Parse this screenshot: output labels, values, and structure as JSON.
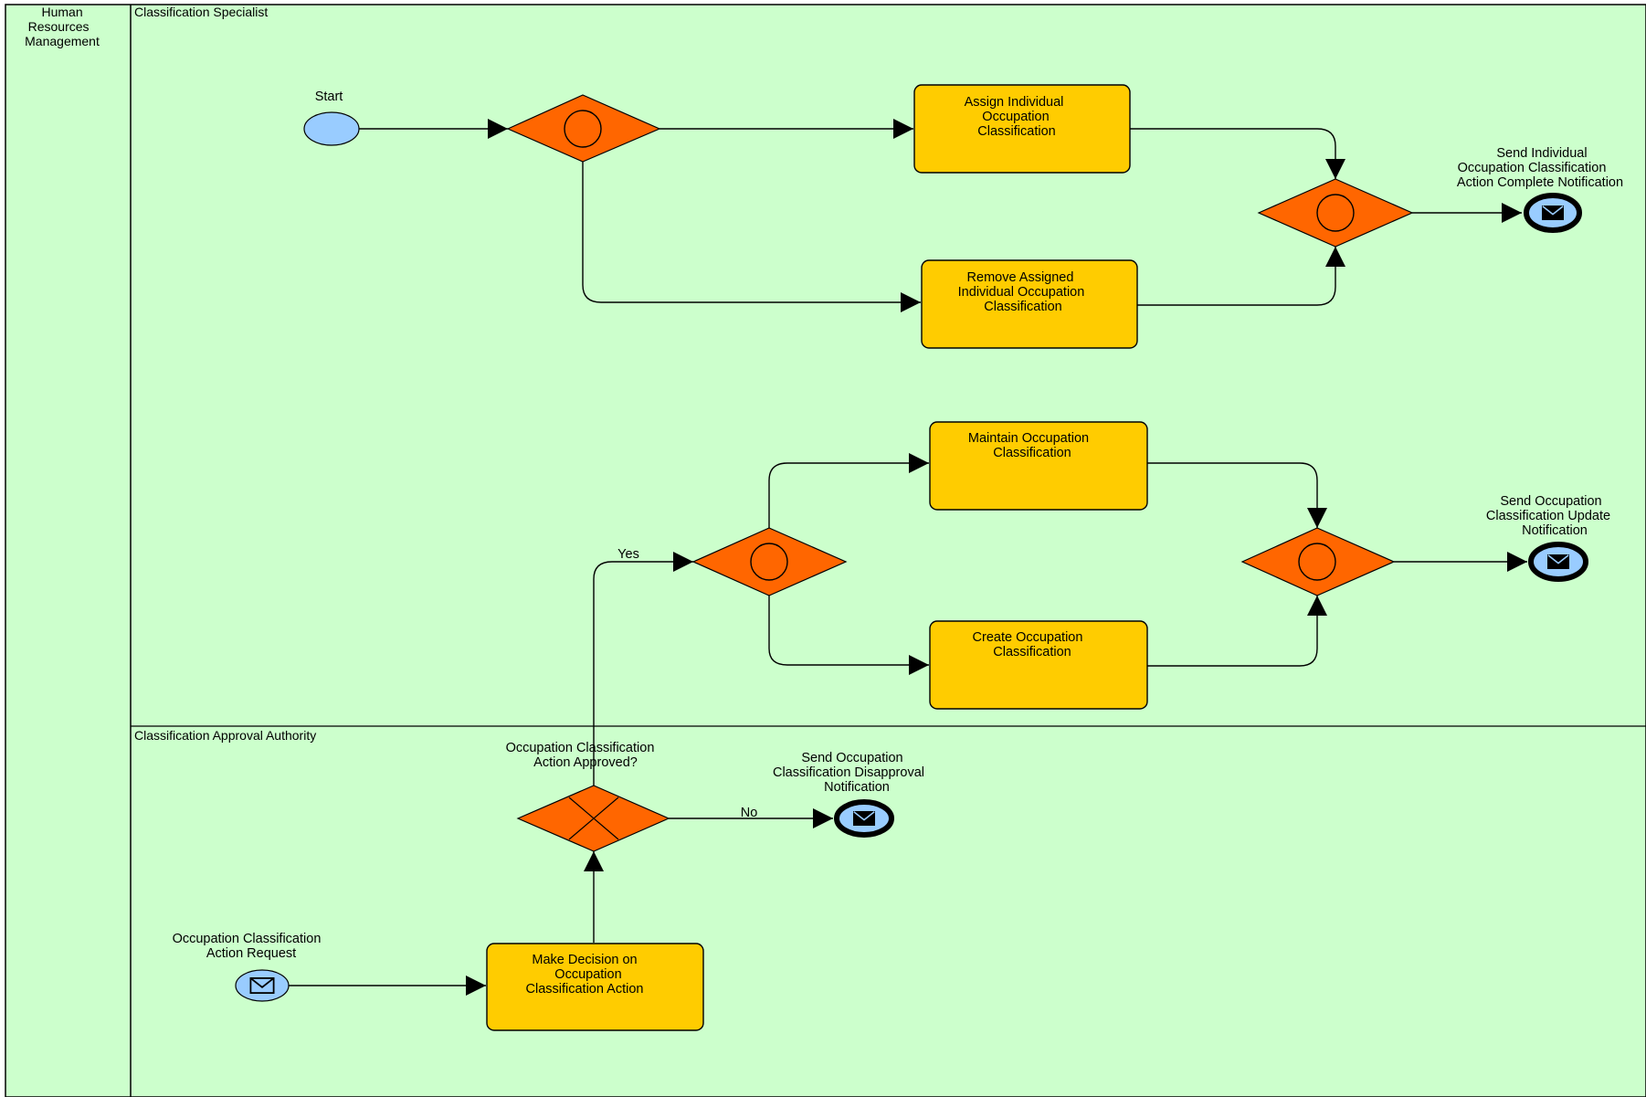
{
  "pool": {
    "label_lines": [
      "Human",
      "Resources",
      "Management"
    ]
  },
  "lanes": {
    "specialist": "Classification Specialist",
    "authority": "Classification Approval Authority"
  },
  "events": {
    "start": "Start",
    "request_lines": [
      "Occupation Classification",
      "Action Request"
    ],
    "end_individual_lines": [
      "Send Individual",
      "Occupation Classification",
      "Action Complete Notification"
    ],
    "end_update_lines": [
      "Send Occupation",
      "Classification Update",
      "Notification"
    ],
    "end_disapproval_lines": [
      "Send Occupation",
      "Classification Disapproval",
      "Notification"
    ]
  },
  "tasks": {
    "assign_lines": [
      "Assign Individual",
      "Occupation",
      "Classification"
    ],
    "remove_lines": [
      "Remove Assigned",
      "Individual Occupation",
      "Classification"
    ],
    "maintain_lines": [
      "Maintain Occupation",
      "Classification"
    ],
    "create_lines": [
      "Create Occupation",
      "Classification"
    ],
    "decide_lines": [
      "Make Decision on",
      "Occupation",
      "Classification Action"
    ]
  },
  "gateways": {
    "decision_lines": [
      "Occupation Classification",
      "Action Approved?"
    ]
  },
  "flows": {
    "yes": "Yes",
    "no": "No"
  },
  "colors": {
    "lane_fill": "#ccffcc",
    "task_fill": "#ffcc00",
    "gateway_fill": "#ff6600",
    "event_fill": "#99ccff"
  }
}
